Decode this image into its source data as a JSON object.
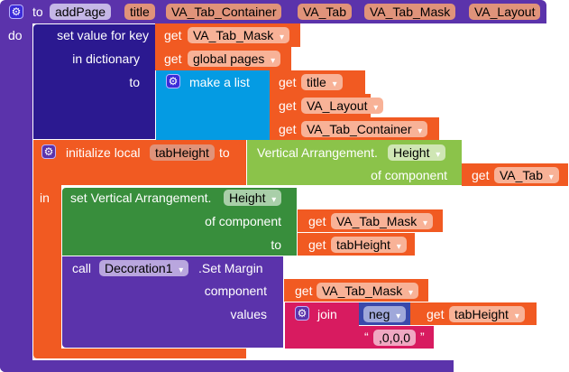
{
  "procedure": {
    "to": "to",
    "name": "addPage",
    "params": [
      "title",
      "VA_Tab_Container",
      "VA_Tab",
      "VA_Tab_Mask",
      "VA_Layout"
    ],
    "do": "do"
  },
  "set_dict": {
    "label": "set value for key",
    "in_dict": "in dictionary",
    "to": "to",
    "key_get": "get",
    "key_var": "VA_Tab_Mask",
    "dict_get": "get",
    "dict_var": "global pages"
  },
  "make_list": {
    "label": "make a list",
    "items": [
      {
        "get": "get",
        "var": "title"
      },
      {
        "get": "get",
        "var": "VA_Layout"
      },
      {
        "get": "get",
        "var": "VA_Tab_Container"
      }
    ]
  },
  "init_local": {
    "label": "initialize local",
    "var": "tabHeight",
    "to": "to",
    "in": "in"
  },
  "va_getter": {
    "label": "Vertical Arrangement.",
    "prop": "Height",
    "of_component": "of component",
    "get": "get",
    "var": "VA_Tab"
  },
  "va_setter": {
    "label": "set Vertical Arrangement.",
    "prop": "Height",
    "of_component": "of component",
    "to": "to",
    "comp_get": "get",
    "comp_var": "VA_Tab_Mask",
    "val_get": "get",
    "val_var": "tabHeight"
  },
  "call": {
    "call": "call",
    "component": "Decoration1",
    "method": ".Set Margin",
    "component_label": "component",
    "values_label": "values",
    "comp_get": "get",
    "comp_var": "VA_Tab_Mask",
    "join": "join",
    "neg": "neg",
    "neg_get": "get",
    "neg_var": "tabHeight",
    "open_quote": "“",
    "text": ",0,0,0",
    "close_quote": "”"
  }
}
